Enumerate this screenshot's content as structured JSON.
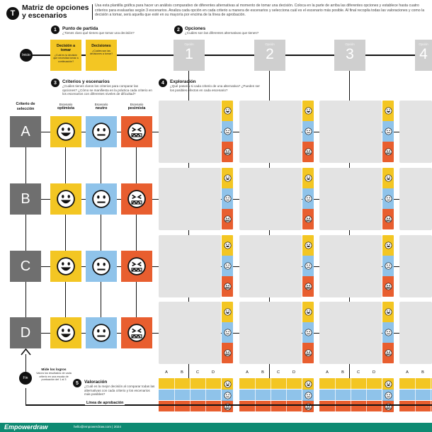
{
  "header": {
    "logo_letter": "T",
    "title": "Matriz de opciones y escenarios",
    "description": "Usa esta plantilla gráfica para hacer un análisis comparativo de diferentes alternativas al momento de tomar una decisión. Coloca en la parte de arriba las diferentes opciones y establece hasta cuatro criterios para evaluarlas según 3 escenarios. Analiza cada opción en cada criterio a manera de escenarios y selecciona cuál es el escenario más posible. Al final recopila todas las valoraciones y como la decisión a tomar, será aquella que esté en su mayoría por encima de la línea de aprobación."
  },
  "steps": {
    "s1": {
      "num": "1",
      "title": "Punto de partida",
      "sub": "¿Tienes claro qué tienes que tomar una decisión?"
    },
    "s2": {
      "num": "2",
      "title": "Opciones",
      "sub": "¿Cuáles son las diferentes alternativas que tienes?"
    },
    "s3": {
      "num": "3",
      "title": "Criterios y escenarios",
      "sub": "¿Cuáles tienes claros los criterios para comparar las opciones? ¿Cómo se manifiesta en la práctica cada criterio en los escenarios con diferentes niveles de dificultad?"
    },
    "s4": {
      "num": "4",
      "title": "Exploración",
      "sub": "¿Qué pasaría si cada criterio de una alternativa? ¿Pueden ser los posibles efectos en cada escenario?"
    },
    "s5": {
      "num": "5",
      "title": "Valoración",
      "sub": "¿Cuál es la mejor decisión al comparar todas las alternativas con cada criterio y los escenarios más posibles?"
    }
  },
  "timeline": {
    "start": "Inicio",
    "end": "Fin",
    "decision_box_1": {
      "title": "Decisión a tomar",
      "sub": "¿Cuál es la decisión que necesitas tomar a continuación?"
    },
    "decision_box_2": {
      "title": "Decisiones",
      "sub": "¿Cuáles son las decisiones a tomar?"
    }
  },
  "options": [
    {
      "label": "Opción",
      "num": "1"
    },
    {
      "label": "Opción",
      "num": "2"
    },
    {
      "label": "Opción",
      "num": "3"
    },
    {
      "label": "Opción",
      "num": "4"
    }
  ],
  "column_headers": {
    "criteria": "Criterio de selección",
    "optimist_small": "Escenario",
    "optimist": "optimista",
    "neutral_small": "Escenario",
    "neutral": "neutro",
    "pessimist_small": "Escenario",
    "pessimist": "pesimista"
  },
  "criteria": [
    "A",
    "B",
    "C",
    "D"
  ],
  "valuation_columns": [
    "A",
    "B",
    "C",
    "D"
  ],
  "end_note": {
    "title": "Mide los logros",
    "sub": "Valora los resultados de cada criterio en una escala de puntuación del 1 al 3"
  },
  "approval_line": "Línea de aprobación",
  "footer": {
    "brand": "Empowerdraw",
    "email": "hello@empowerdraw.com",
    "year": "2024"
  },
  "colors": {
    "yellow": "#f3c623",
    "blue": "#8fc3ea",
    "orange": "#e85e2f",
    "gray": "#6f6f6f",
    "panel": "#e3e3e3",
    "footer": "#0e8a72"
  },
  "icons": {
    "optimist": "happy-face-icon",
    "neutral": "neutral-face-icon",
    "pessimist": "sad-face-icon"
  }
}
